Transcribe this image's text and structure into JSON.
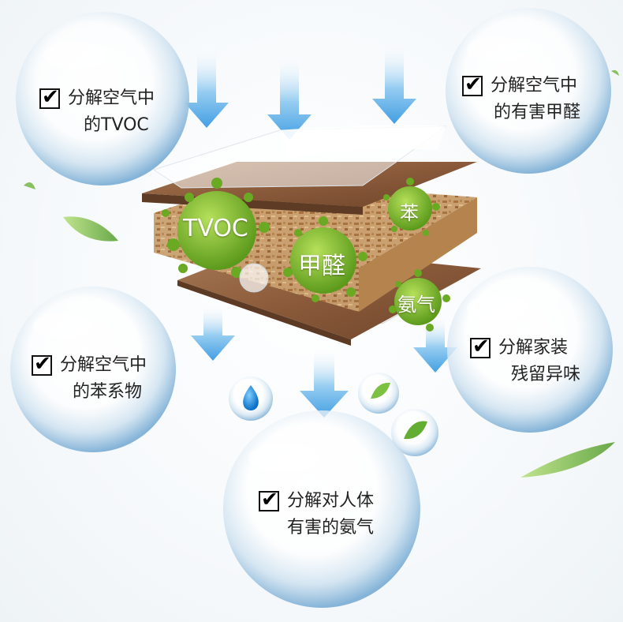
{
  "bubbles": {
    "tvoc": {
      "line1": "分解空气中",
      "line2": "的TVOC"
    },
    "formaldehyde": {
      "line1": "分解空气中",
      "line2": "的有害甲醛"
    },
    "benzene": {
      "line1": "分解空气中",
      "line2": "的苯系物"
    },
    "odor": {
      "line1": "分解家装",
      "line2": "残留异味"
    },
    "ammonia": {
      "line1": "分解对人体",
      "line2": "有害的氨气"
    }
  },
  "germs": {
    "tvoc": "TVOC",
    "formaldehyde": "甲醛",
    "benzene": "苯",
    "ammonia": "氨气"
  },
  "colors": {
    "bubble_blue": "#9fc3de",
    "arrow_blue": "#4aa8e6",
    "germ_green": "#7dbb2c",
    "wood_dark": "#8a5a3a",
    "wood_chip": "#c9955a"
  }
}
